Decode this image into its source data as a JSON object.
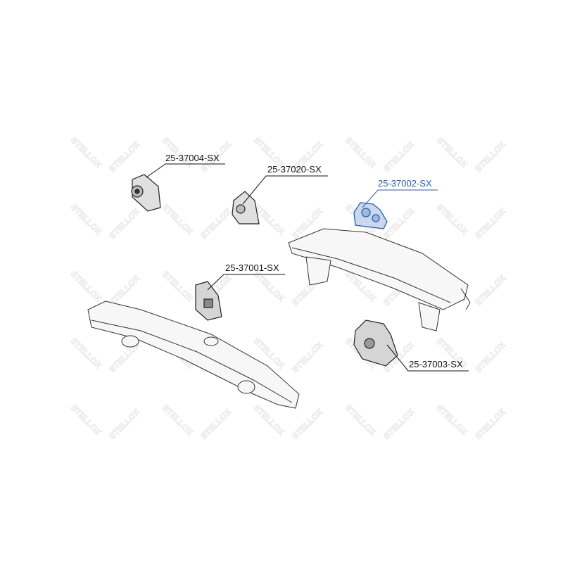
{
  "watermark": "STELLOX",
  "colors": {
    "highlight": "#2a5fa8",
    "line": "#111111",
    "watermark": "#e3e3e3"
  },
  "parts": [
    {
      "number": "25-37004-SX",
      "highlighted": false
    },
    {
      "number": "25-37020-SX",
      "highlighted": false
    },
    {
      "number": "25-37002-SX",
      "highlighted": true
    },
    {
      "number": "25-37001-SX",
      "highlighted": false
    },
    {
      "number": "25-37003-SX",
      "highlighted": false
    }
  ]
}
